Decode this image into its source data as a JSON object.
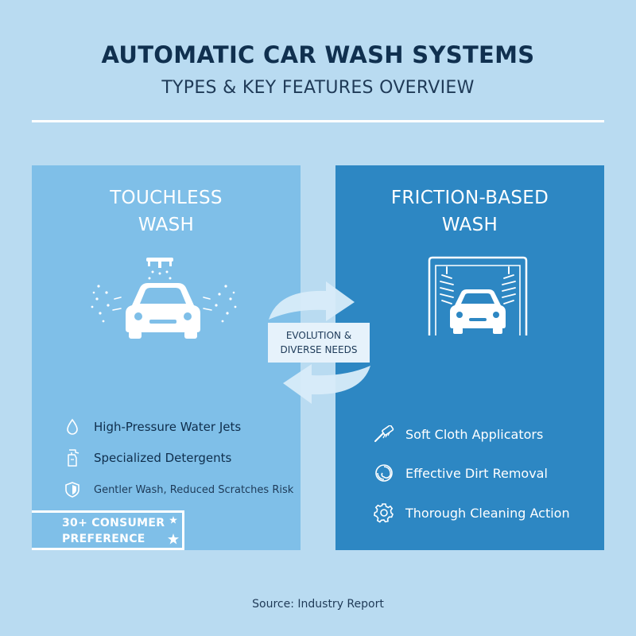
{
  "header": {
    "title": "AUTOMATIC CAR WASH SYSTEMS",
    "subtitle": "TYPES & KEY FEATURES OVERVIEW"
  },
  "left_panel": {
    "title_line1": "TOUCHLESS",
    "title_line2": "WASH",
    "icon": "spray-car-icon",
    "features": [
      {
        "icon": "water-drop-icon",
        "label": "High-Pressure Water Jets"
      },
      {
        "icon": "spray-bottle-icon",
        "label": "Specialized Detergents"
      },
      {
        "icon": "shield-icon",
        "label": "Gentler Wash, Reduced Scratches Risk"
      }
    ],
    "badge_line1": "30+ CONSUMER",
    "badge_line2": "PREFERENCE"
  },
  "center": {
    "line1": "EVOLUTION &",
    "line2": "DIVERSE NEEDS"
  },
  "right_panel": {
    "title_line1": "FRICTION-BASED",
    "title_line2": "WASH",
    "icon": "brush-car-wash-icon",
    "features": [
      {
        "icon": "brush-icon",
        "label": "Soft Cloth Applicators"
      },
      {
        "icon": "swirl-icon",
        "label": "Effective Dirt Removal"
      },
      {
        "icon": "gear-icon",
        "label": "Thorough Cleaning Action"
      }
    ]
  },
  "footer": {
    "source": "Source: Industry Report"
  },
  "colors": {
    "background": "#b9dbf1",
    "left_panel": "#7fbfe8",
    "right_panel": "#2d87c3",
    "title": "#10304f"
  }
}
